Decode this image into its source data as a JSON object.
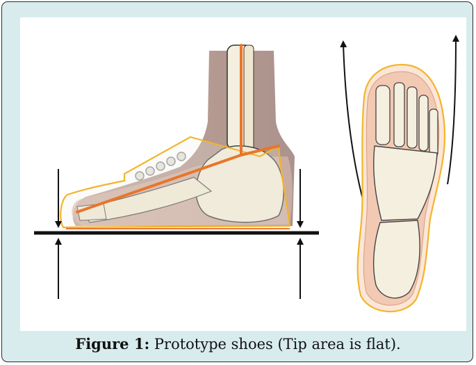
{
  "caption": {
    "label": "Figure 1:",
    "text": " Prototype shoes (Tip area is flat)."
  },
  "figure": {
    "panels": [
      "side-view-foot-in-shoe",
      "top-view-foot-bones"
    ],
    "colors": {
      "card_background": "#d8ecee",
      "shoe_outline": "#f2b52a",
      "bone_line": "#e8752a",
      "skin": "#c9a394",
      "bone_fill": "#f4efdf",
      "ground_line": "#1a1a1a"
    }
  }
}
